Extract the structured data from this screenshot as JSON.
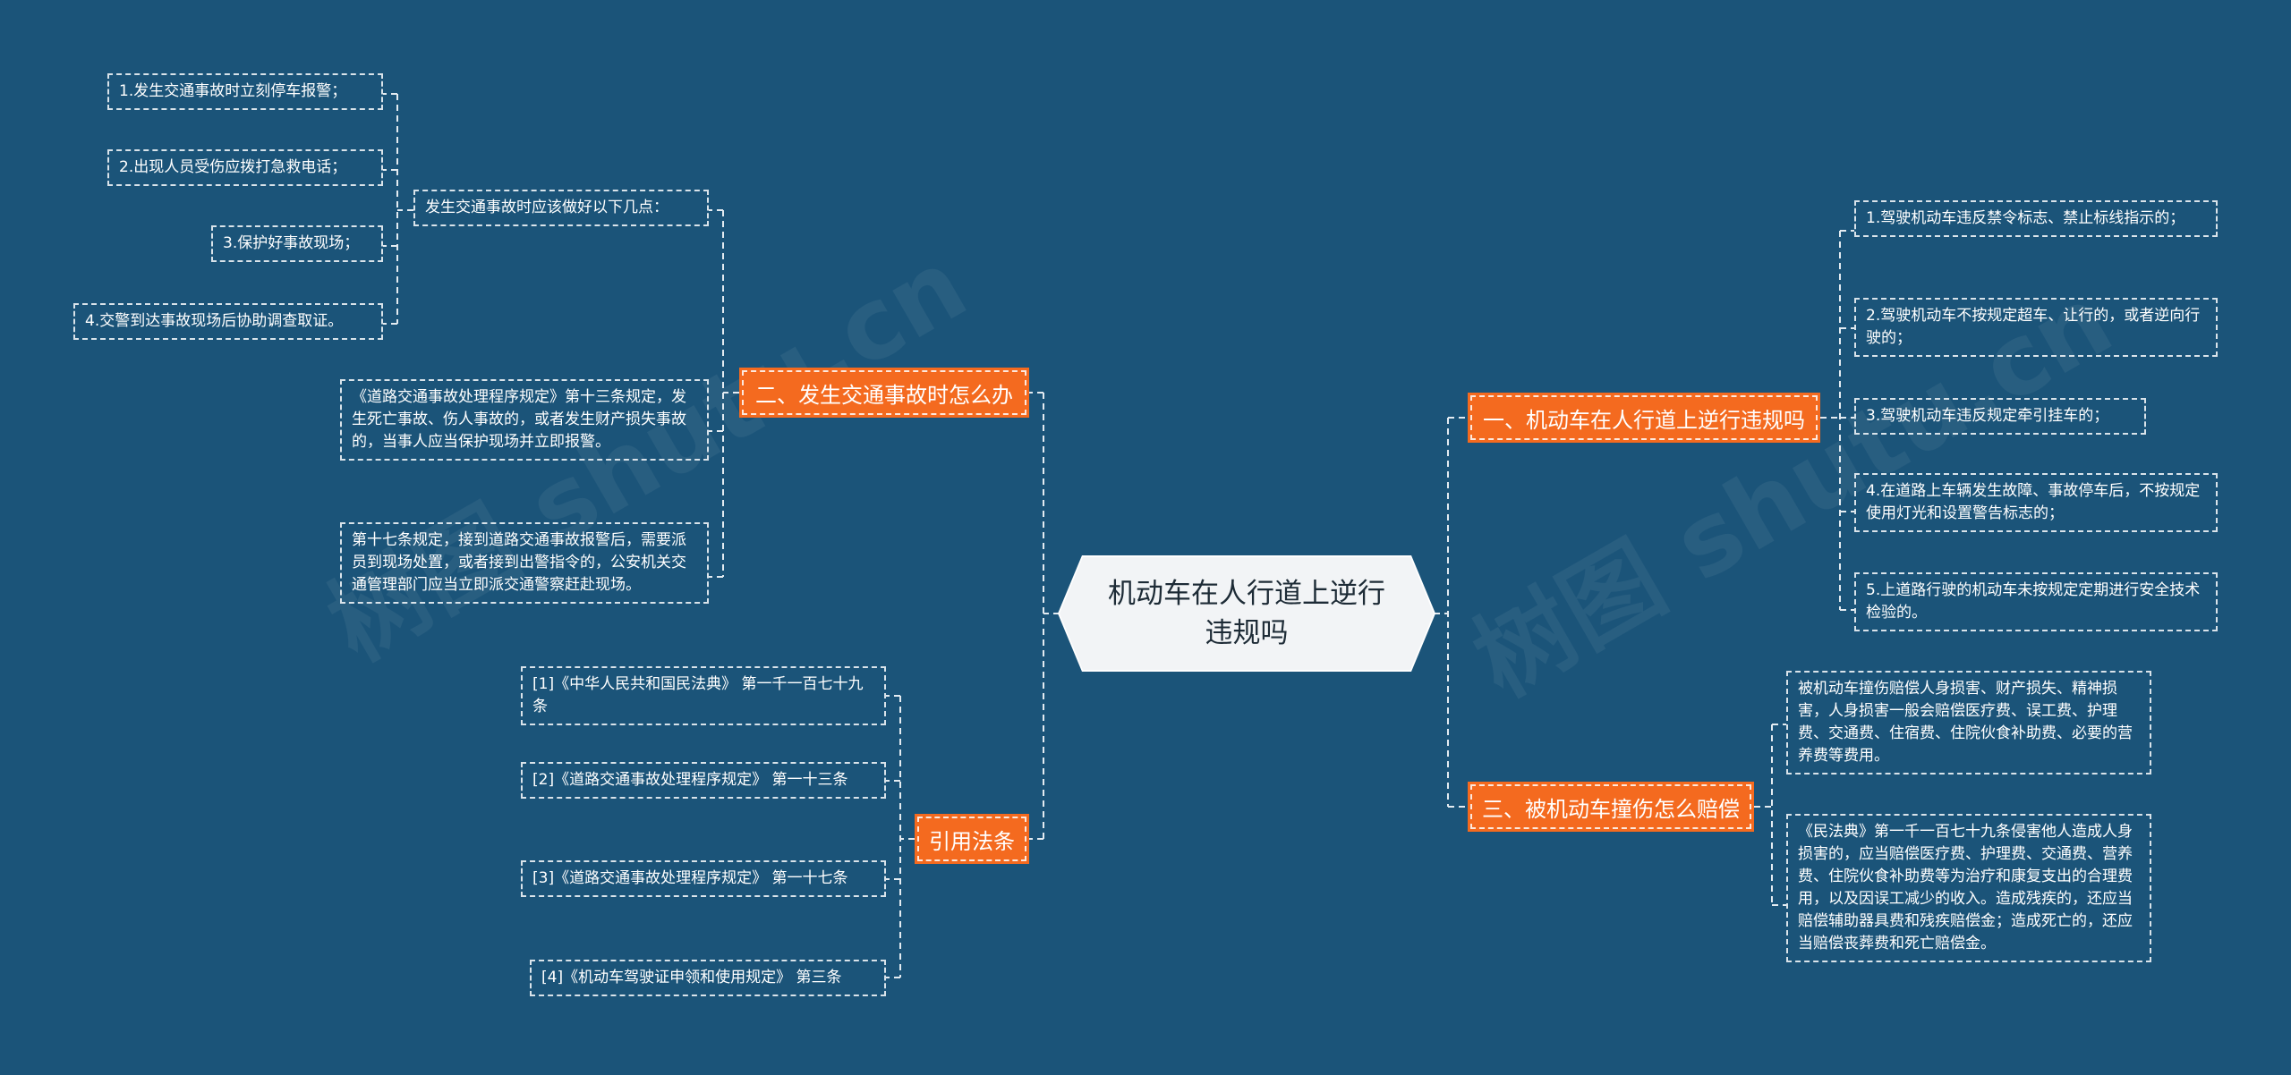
{
  "colors": {
    "background": "#1b5479",
    "branch_fill": "#f46a1f",
    "root_fill": "#f2f4f6",
    "connector": "#e3ebf1"
  },
  "root": {
    "label": "机动车在人行道上逆行违规吗"
  },
  "branches": {
    "b1": {
      "label": "一、机动车在人行道上逆行违规吗",
      "items": [
        "1.驾驶机动车违反禁令标志、禁止标线指示的；",
        "2.驾驶机动车不按规定超车、让行的，或者逆向行驶的；",
        "3.驾驶机动车违反规定牵引挂车的；",
        "4.在道路上车辆发生故障、事故停车后，不按规定使用灯光和设置警告标志的；",
        "5.上道路行驶的机动车未按规定定期进行安全技术检验的。"
      ]
    },
    "b2": {
      "label": "二、发生交通事故时怎么办",
      "sub": {
        "label": "发生交通事故时应该做好以下几点：",
        "items": [
          "1.发生交通事故时立刻停车报警；",
          "2.出现人员受伤应拨打急救电话；",
          "3.保护好事故现场；",
          "4.交警到达事故现场后协助调查取证。"
        ]
      },
      "items": [
        "《道路交通事故处理程序规定》第十三条规定，发生死亡事故、伤人事故的，或者发生财产损失事故的，当事人应当保护现场并立即报警。",
        "第十七条规定，接到道路交通事故报警后，需要派员到现场处置，或者接到出警指令的，公安机关交通管理部门应当立即派交通警察赶赴现场。"
      ]
    },
    "b3": {
      "label": "三、被机动车撞伤怎么赔偿",
      "items": [
        "被机动车撞伤赔偿人身损害、财产损失、精神损害，人身损害一般会赔偿医疗费、误工费、护理费、交通费、住宿费、住院伙食补助费、必要的营养费等费用。",
        "《民法典》第一千一百七十九条侵害他人造成人身损害的，应当赔偿医疗费、护理费、交通费、营养费、住院伙食补助费等为治疗和康复支出的合理费用，以及因误工减少的收入。造成残疾的，还应当赔偿辅助器具费和残疾赔偿金；造成死亡的，还应当赔偿丧葬费和死亡赔偿金。"
      ]
    },
    "b4": {
      "label": "引用法条",
      "items": [
        "[1]《中华人民共和国民法典》 第一千一百七十九条",
        "[2]《道路交通事故处理程序规定》 第一十三条",
        "[3]《道路交通事故处理程序规定》 第一十七条",
        "[4]《机动车驾驶证申领和使用规定》 第三条"
      ]
    }
  },
  "watermark": "树图 shutu.cn"
}
